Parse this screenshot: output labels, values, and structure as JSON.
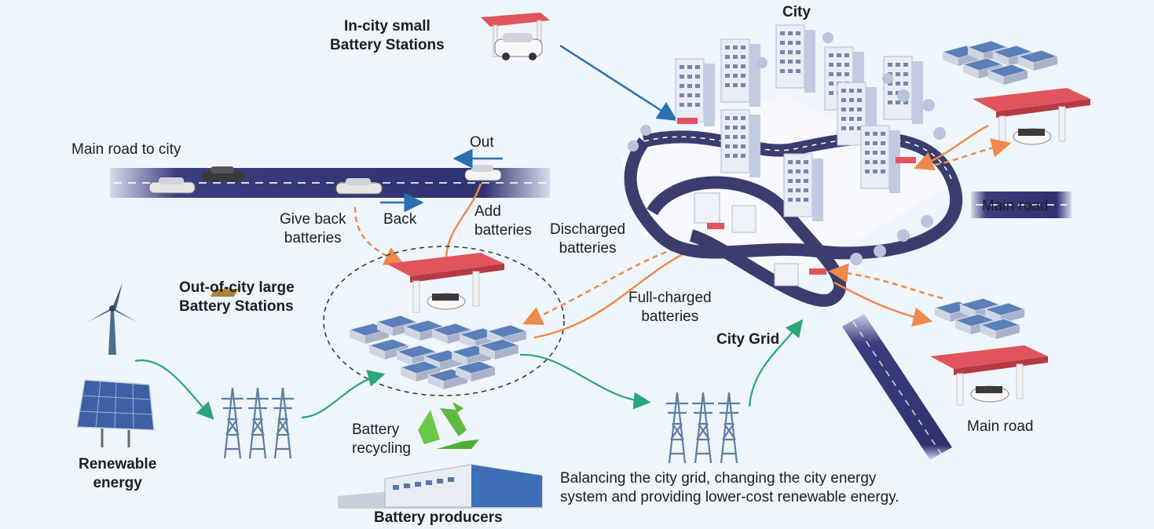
{
  "labels": {
    "in_city_stations": "In-city small\nBattery Stations",
    "city": "City",
    "main_road_to_city": "Main road to city",
    "out": "Out",
    "back": "Back",
    "give_back": "Give back\nbatteries",
    "add": "Add\nbatteries",
    "discharged": "Discharged\nbatteries",
    "full_charged": "Full-charged\nbatteries",
    "out_city_stations": "Out-of-city large\nBattery Stations",
    "city_grid": "City Grid",
    "main_road_right_top": "Main road",
    "main_road_right_bottom": "Main road",
    "renewable": "Renewable\nenergy",
    "battery_recycling": "Battery\nrecycling",
    "battery_producers": "Battery producers",
    "caption": "Balancing the city grid, changing the city energy\nsystem and providing lower-cost renewable energy."
  },
  "colors": {
    "background": "#eef5fb",
    "road": "#2f3270",
    "canopy": "#e2545d",
    "battery_flow": "#f08a4b",
    "energy_flow": "#2aa67a",
    "station_link": "#2a6fb0",
    "recycle": "#5dbb3f"
  }
}
